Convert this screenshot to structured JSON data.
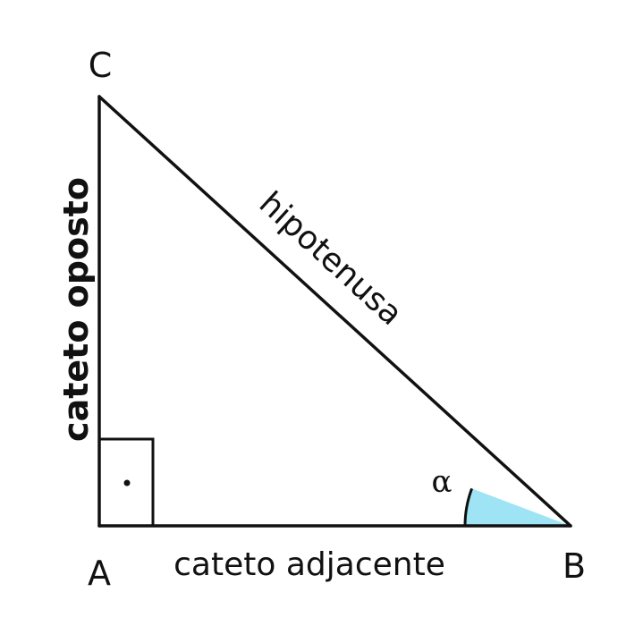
{
  "diagram": {
    "vertices": {
      "a": "A",
      "b": "B",
      "c": "C"
    },
    "sides": {
      "hypotenuse": "hipotenusa",
      "opposite": "cateto oposto",
      "adjacent": "cateto adjacente"
    },
    "angle": {
      "symbol": "α"
    },
    "colors": {
      "line": "#111111",
      "angle_fill": "#9fe4f4",
      "background": "#ffffff"
    }
  }
}
